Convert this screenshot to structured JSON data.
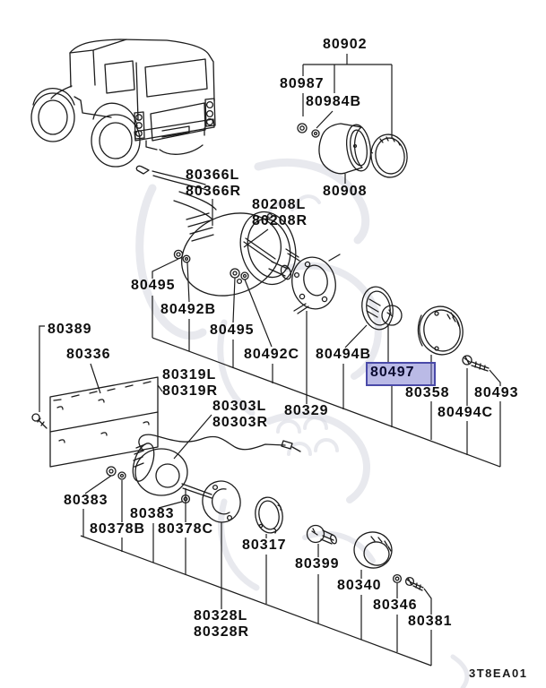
{
  "diagram": {
    "drawing_code": "3T8EA01",
    "highlight": {
      "part": "80497",
      "fill": "rgba(118,118,205,0.50)",
      "border": "#4a4aa8",
      "text_color": "#0a0a30"
    },
    "line_color": "#1c1c1c",
    "background_color": "#ffffff"
  },
  "labels": [
    {
      "text": "80902"
    },
    {
      "text": "80987"
    },
    {
      "text": "80984B"
    },
    {
      "text": "80908"
    },
    {
      "text": "80366L"
    },
    {
      "text": "80366R"
    },
    {
      "text": "80208L"
    },
    {
      "text": "80208R"
    },
    {
      "text": "80495"
    },
    {
      "text": "80492B"
    },
    {
      "text": "80495"
    },
    {
      "text": "80492C"
    },
    {
      "text": "80494B"
    },
    {
      "text": "80497"
    },
    {
      "text": "80358"
    },
    {
      "text": "80493"
    },
    {
      "text": "80494C"
    },
    {
      "text": "80329"
    },
    {
      "text": "80389"
    },
    {
      "text": "80336"
    },
    {
      "text": "80319L"
    },
    {
      "text": "80319R"
    },
    {
      "text": "80303L"
    },
    {
      "text": "80303R"
    },
    {
      "text": "80383"
    },
    {
      "text": "80383"
    },
    {
      "text": "80378B"
    },
    {
      "text": "80378C"
    },
    {
      "text": "80317"
    },
    {
      "text": "80399"
    },
    {
      "text": "80340"
    },
    {
      "text": "80346"
    },
    {
      "text": "80381"
    },
    {
      "text": "80328L"
    },
    {
      "text": "80328R"
    }
  ]
}
